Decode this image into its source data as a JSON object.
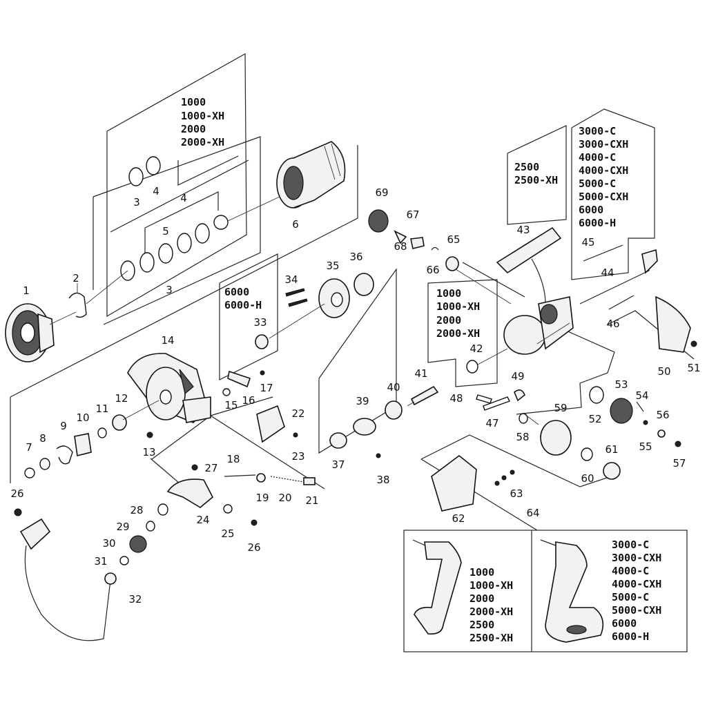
{
  "part_numbers": [
    "1",
    "2",
    "3",
    "4",
    "3",
    "4",
    "5",
    "6",
    "7",
    "8",
    "9",
    "10",
    "11",
    "12",
    "13",
    "14",
    "15",
    "16",
    "17",
    "18",
    "19",
    "20",
    "21",
    "22",
    "23",
    "24",
    "25",
    "26",
    "26",
    "27",
    "28",
    "29",
    "30",
    "31",
    "32",
    "33",
    "34",
    "35",
    "36",
    "37",
    "38",
    "39",
    "40",
    "41",
    "42",
    "43",
    "44",
    "45",
    "46",
    "47",
    "48",
    "49",
    "50",
    "51",
    "52",
    "53",
    "54",
    "55",
    "56",
    "57",
    "58",
    "59",
    "60",
    "61",
    "62",
    "63",
    "64",
    "65",
    "66",
    "67",
    "68",
    "69"
  ],
  "model_groups": {
    "spool_small": [
      "1000",
      "1000-XH",
      "2000",
      "2000-XH"
    ],
    "spool_large": [
      "3000-C",
      "3000-CXH",
      "4000-C",
      "4000-CXH",
      "5000-C",
      "5000-CXH",
      "6000",
      "6000-H"
    ],
    "spool_mid": [
      "2500",
      "2500-XH"
    ],
    "bearing_6000": [
      "6000",
      "6000-H"
    ],
    "gear_small": [
      "1000",
      "1000-XH",
      "2000",
      "2000-XH"
    ],
    "handle_small": [
      "1000",
      "1000-XH",
      "2000",
      "2000-XH",
      "2500",
      "2500-XH"
    ],
    "handle_large": [
      "3000-C",
      "3000-CXH",
      "4000-C",
      "4000-CXH",
      "5000-C",
      "5000-CXH",
      "6000",
      "6000-H"
    ]
  }
}
